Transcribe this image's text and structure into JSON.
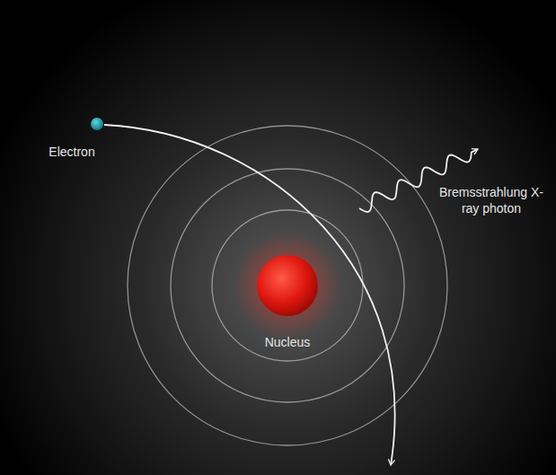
{
  "diagram": {
    "labels": [
      "Electron",
      "Nucleus",
      "Bremsstrahlung X-ray photon"
    ]
  }
}
